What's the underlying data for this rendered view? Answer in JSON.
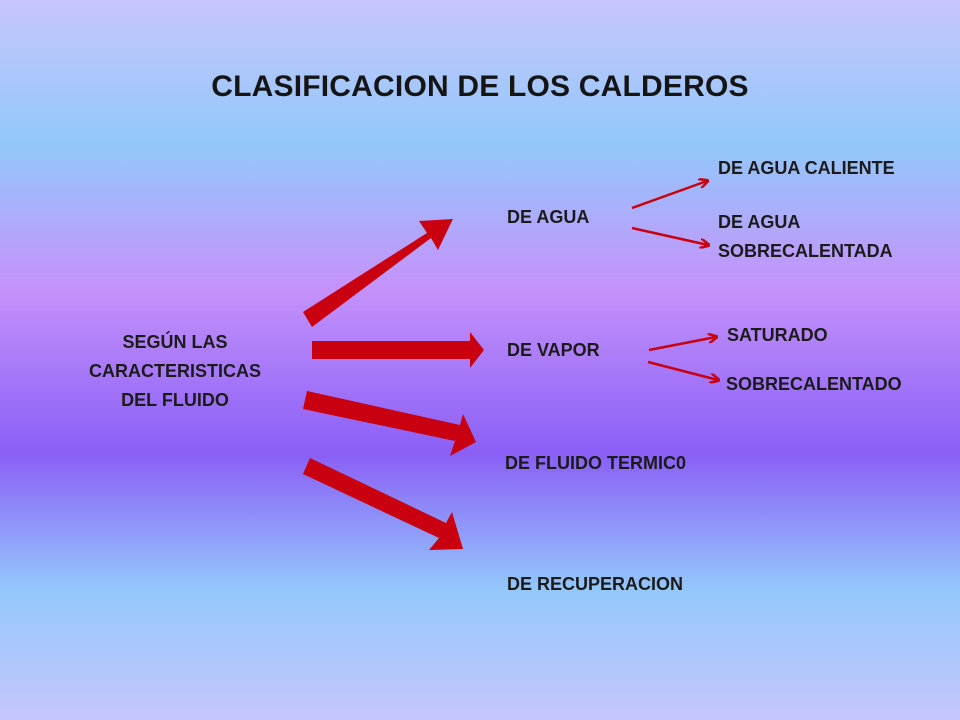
{
  "title": "CLASIFICACION DE LOS CALDEROS",
  "root": {
    "lines": [
      "SEGÚN LAS",
      "CARACTERISTICAS",
      "DEL FLUIDO"
    ]
  },
  "branches": [
    {
      "label": "DE AGUA",
      "children": [
        "DE AGUA CALIENTE",
        "DE AGUA SOBRECALENTADA"
      ]
    },
    {
      "label": "DE VAPOR",
      "children": [
        "SATURADO",
        "SOBRECALENTADO"
      ]
    },
    {
      "label": "DE FLUIDO TERMIC0",
      "children": []
    },
    {
      "label": "DE RECUPERACION",
      "children": []
    }
  ],
  "sub_child_lines": [
    "DE AGUA",
    "SOBRECALENTADA"
  ],
  "colors": {
    "arrow": "#c8000f",
    "text": "#1b1b1b"
  }
}
